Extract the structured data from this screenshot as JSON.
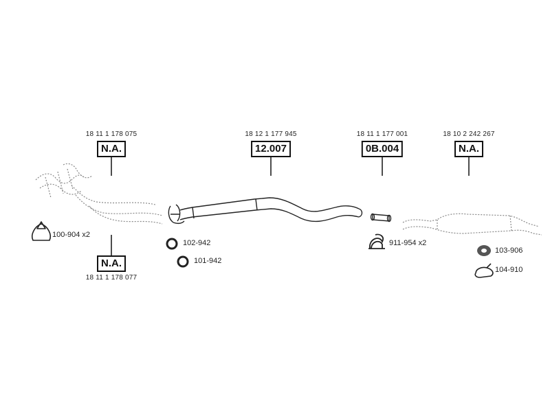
{
  "parts": [
    {
      "oem": "18 11 1 178 075",
      "code": "N.A."
    },
    {
      "oem": "18 12 1 177 945",
      "code": "12.007"
    },
    {
      "oem": "18 11 1 177 001",
      "code": "0B.004"
    },
    {
      "oem": "18 10 2 242 267",
      "code": "N.A."
    },
    {
      "oem": "18 11 1 178 077",
      "code": "N.A."
    }
  ],
  "accessories": [
    {
      "label": "100-904 x2",
      "icon": "gasket-triangle-icon"
    },
    {
      "label": "102-942",
      "icon": "ring-gasket-icon"
    },
    {
      "label": "101-942",
      "icon": "ring-gasket-icon"
    },
    {
      "label": "911-954 x2",
      "icon": "clamp-icon"
    },
    {
      "label": "103-906",
      "icon": "rubber-ring-icon"
    },
    {
      "label": "104-910",
      "icon": "hanger-icon"
    }
  ]
}
